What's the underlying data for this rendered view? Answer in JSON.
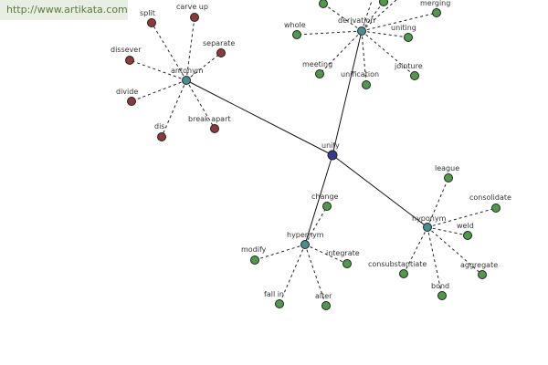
{
  "watermark": "http://www.artikata.com",
  "colors": {
    "center": "#3a3a8c",
    "hub": "#4a8f8f",
    "antonym_leaf": "#8c3a3a",
    "leaf": "#4f9a4a"
  },
  "center": {
    "label": "unify"
  },
  "hubs": [
    {
      "key": "antonym",
      "label": "antonym",
      "leaves": [
        "split",
        "carve up",
        "dissever",
        "separate",
        "divide",
        "dis",
        "break apart"
      ]
    },
    {
      "key": "derivation",
      "label": "derivation",
      "leaves": [
        "merging",
        "whole",
        "uniting",
        "meeting",
        "unification",
        "jointure"
      ]
    },
    {
      "key": "hypernym",
      "label": "hypernym",
      "leaves": [
        "change",
        "modify",
        "integrate",
        "fall in",
        "alter"
      ]
    },
    {
      "key": "hyponym",
      "label": "hyponym",
      "leaves": [
        "league",
        "consolidate",
        "weld",
        "consubstantiate",
        "aggregate",
        "bond"
      ]
    }
  ]
}
